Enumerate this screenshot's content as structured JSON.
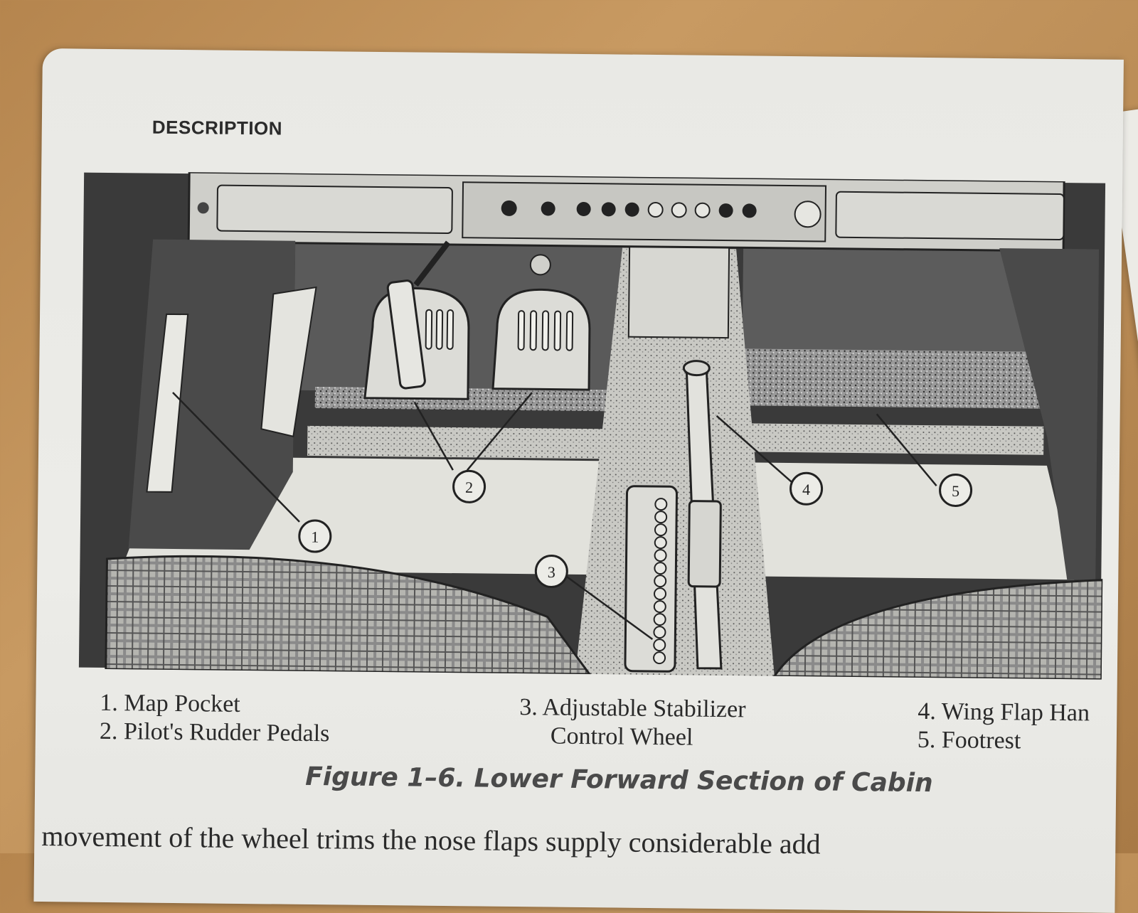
{
  "page": {
    "header": "DESCRIPTION",
    "figure_title": "Figure 1–6.  Lower Forward Section of Cabin",
    "body_fragment": "movement of the wheel trims the nose    flaps supply considerable add"
  },
  "figure": {
    "callouts": [
      "1",
      "2",
      "3",
      "4",
      "5"
    ],
    "legend": [
      {
        "num": "1.",
        "label": "Map Pocket"
      },
      {
        "num": "2.",
        "label": "Pilot's Rudder Pedals"
      },
      {
        "num": "3.",
        "label": "Adjustable Stabilizer"
      },
      {
        "num": "",
        "label": "Control Wheel"
      },
      {
        "num": "4.",
        "label": "Wing Flap Han"
      },
      {
        "num": "5.",
        "label": "Footrest"
      }
    ]
  },
  "colors": {
    "paper": "#ebebe7",
    "ink": "#222222",
    "dark_fill": "#3a3a3a",
    "mid_fill": "#8c8c8c"
  }
}
